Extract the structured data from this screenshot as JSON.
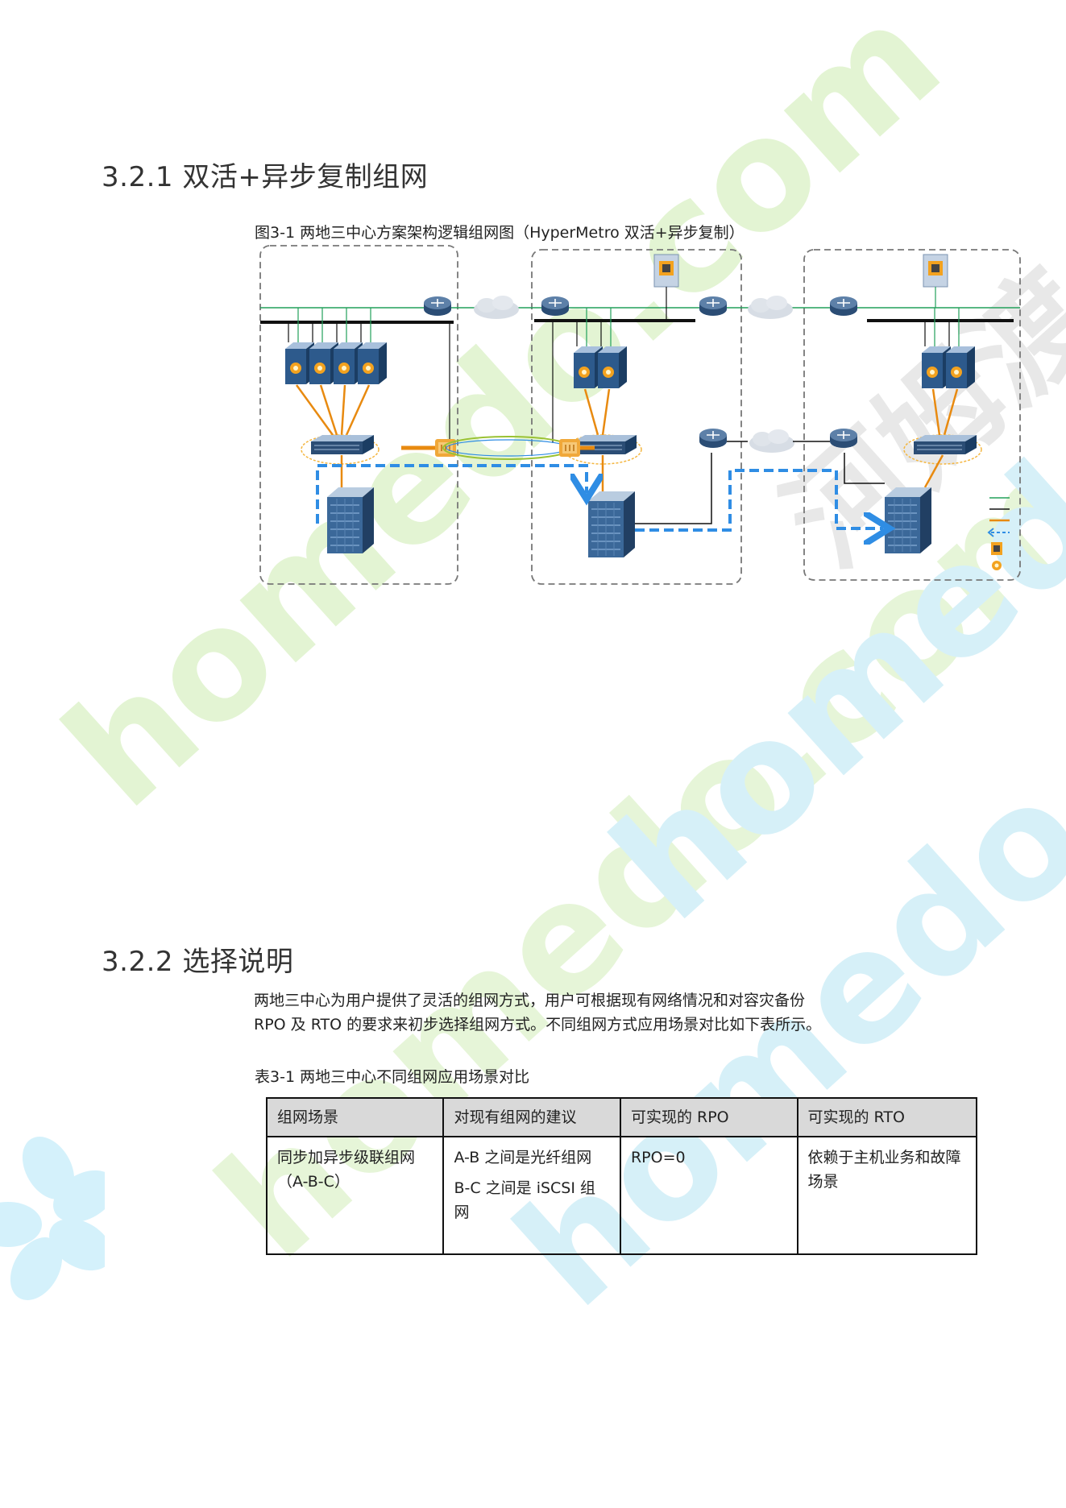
{
  "section1": {
    "heading": "3.2.1 双活+异步复制组网"
  },
  "figure": {
    "caption": "图3-1 两地三中心方案架构逻辑组网图（HyperMetro 双活+异步复制）"
  },
  "section2": {
    "heading": "3.2.2 选择说明",
    "paragraph_lines": [
      "两地三中心为用户提供了灵活的组网方式，用户可根据现有网络情况和对容灾备份",
      "RPO 及 RTO 的要求来初步选择组网方式。不同组网方式应用场景对比如下表所示。"
    ]
  },
  "table": {
    "caption": "表3-1 两地三中心不同组网应用场景对比",
    "headers": [
      "组网场景",
      "对现有组网的建议",
      "可实现的 RPO",
      "可实现的 RTO"
    ],
    "row": {
      "scenario": "同步加异步级联组网（A-B-C）",
      "advice_1": "A-B 之间是光纤组网",
      "advice_2": "B-C 之间是 iSCSI 组网",
      "rpo": "RPO=0",
      "rto": "依赖于主机业务和故障场景"
    }
  },
  "watermark": {
    "text": "homedo.com",
    "cn_text": "河姆渡"
  },
  "colors": {
    "lan_green": "#22a05a",
    "fc_orange": "#e88a10",
    "replication_blue": "#2f8de4",
    "watermark_green": "#d8f0c4",
    "watermark_blue": "#cdeefa"
  }
}
